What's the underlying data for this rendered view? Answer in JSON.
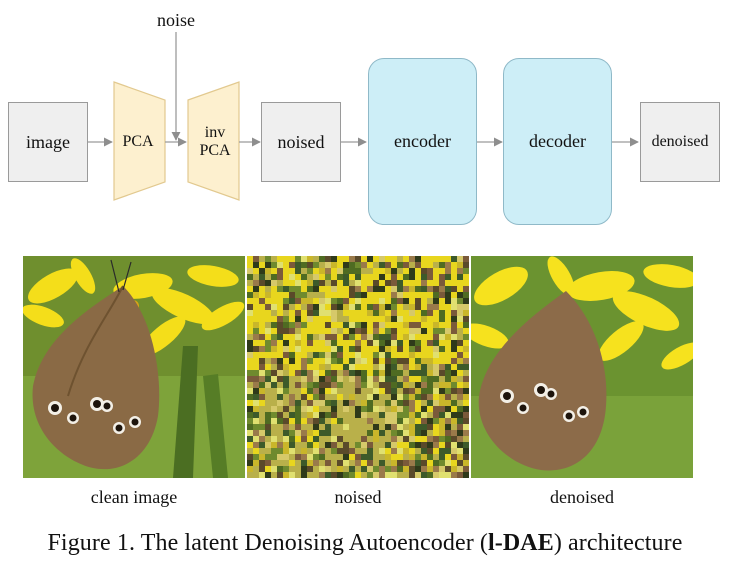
{
  "diagram": {
    "noise_label": "noise",
    "image_label": "image",
    "pca_label": "PCA",
    "inv_pca_label_line1": "inv",
    "inv_pca_label_line2": "PCA",
    "noised_label": "noised",
    "encoder_label": "encoder",
    "decoder_label": "decoder",
    "denoised_label": "denoised"
  },
  "photos": {
    "clean_caption": "clean image",
    "noised_caption": "noised",
    "denoised_caption": "denoised"
  },
  "caption": {
    "prefix": "Figure 1.  The latent Denoising Autoencoder (",
    "bold": "l-DAE",
    "suffix": ") architecture"
  },
  "colors": {
    "pca_fill": "#fdf0cf",
    "pca_stroke": "#e2c98f",
    "box_fill": "#efefef",
    "encoder_fill": "#cdeef7",
    "arrow": "#9a9a9a",
    "flower_yellow": "#f4de1a",
    "foliage_green": "#5f8a2a",
    "butterfly_brown": "#8a6a45"
  }
}
